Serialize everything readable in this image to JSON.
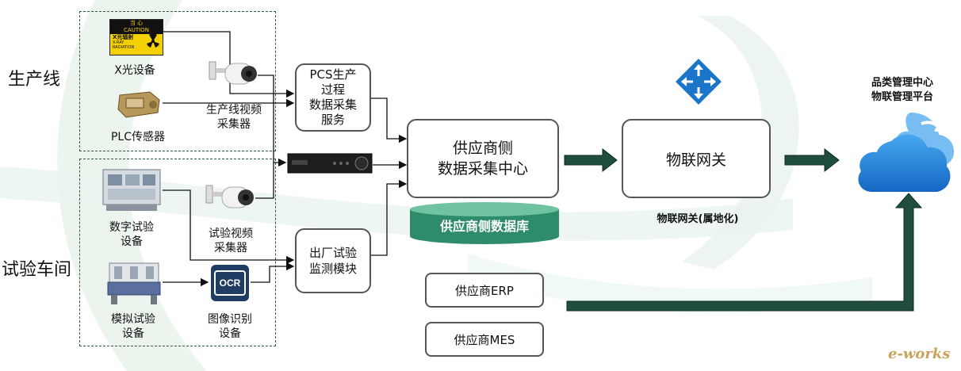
{
  "left_labels": {
    "production_line": "生产线",
    "test_workshop": "试验车间"
  },
  "devices": {
    "xray_sign": {
      "line1": "当 心",
      "line2": "CAUTION",
      "line3": "X光辐射",
      "line4": "X-RAY",
      "line5": "RADIATION"
    },
    "xray_label": "X光设备",
    "plc_label": "PLC传感器",
    "prod_camera_label_1": "生产线视频",
    "prod_camera_label_2": "采集器",
    "digital_test_label_1": "数字试验",
    "digital_test_label_2": "设备",
    "test_camera_label_1": "试验视频",
    "test_camera_label_2": "采集器",
    "analog_test_label_1": "模拟试验",
    "analog_test_label_2": "设备",
    "ocr_icon_text": "OCR",
    "ocr_label_1": "图像识别",
    "ocr_label_2": "设备"
  },
  "boxes": {
    "pcs_1": "PCS生产",
    "pcs_2": "过程",
    "pcs_3": "数据采集",
    "pcs_4": "服务",
    "factory_1": "出厂试验",
    "factory_2": "监测模块",
    "center_1": "供应商侧",
    "center_2": "数据采集中心",
    "database": "供应商侧数据库",
    "gateway": "物联网关",
    "gateway_caption": "物联网关(属地化)",
    "erp": "供应商ERP",
    "mes": "供应商MES"
  },
  "platform": {
    "line1": "品类管理中心",
    "line2": "物联管理平台"
  },
  "watermark": "e-works",
  "colors": {
    "arrow_dark": "#1f4d3f",
    "database_green": "#2e8c6a",
    "cloud_blue": "#1e7fd6",
    "router_blue": "#1b76c9"
  }
}
